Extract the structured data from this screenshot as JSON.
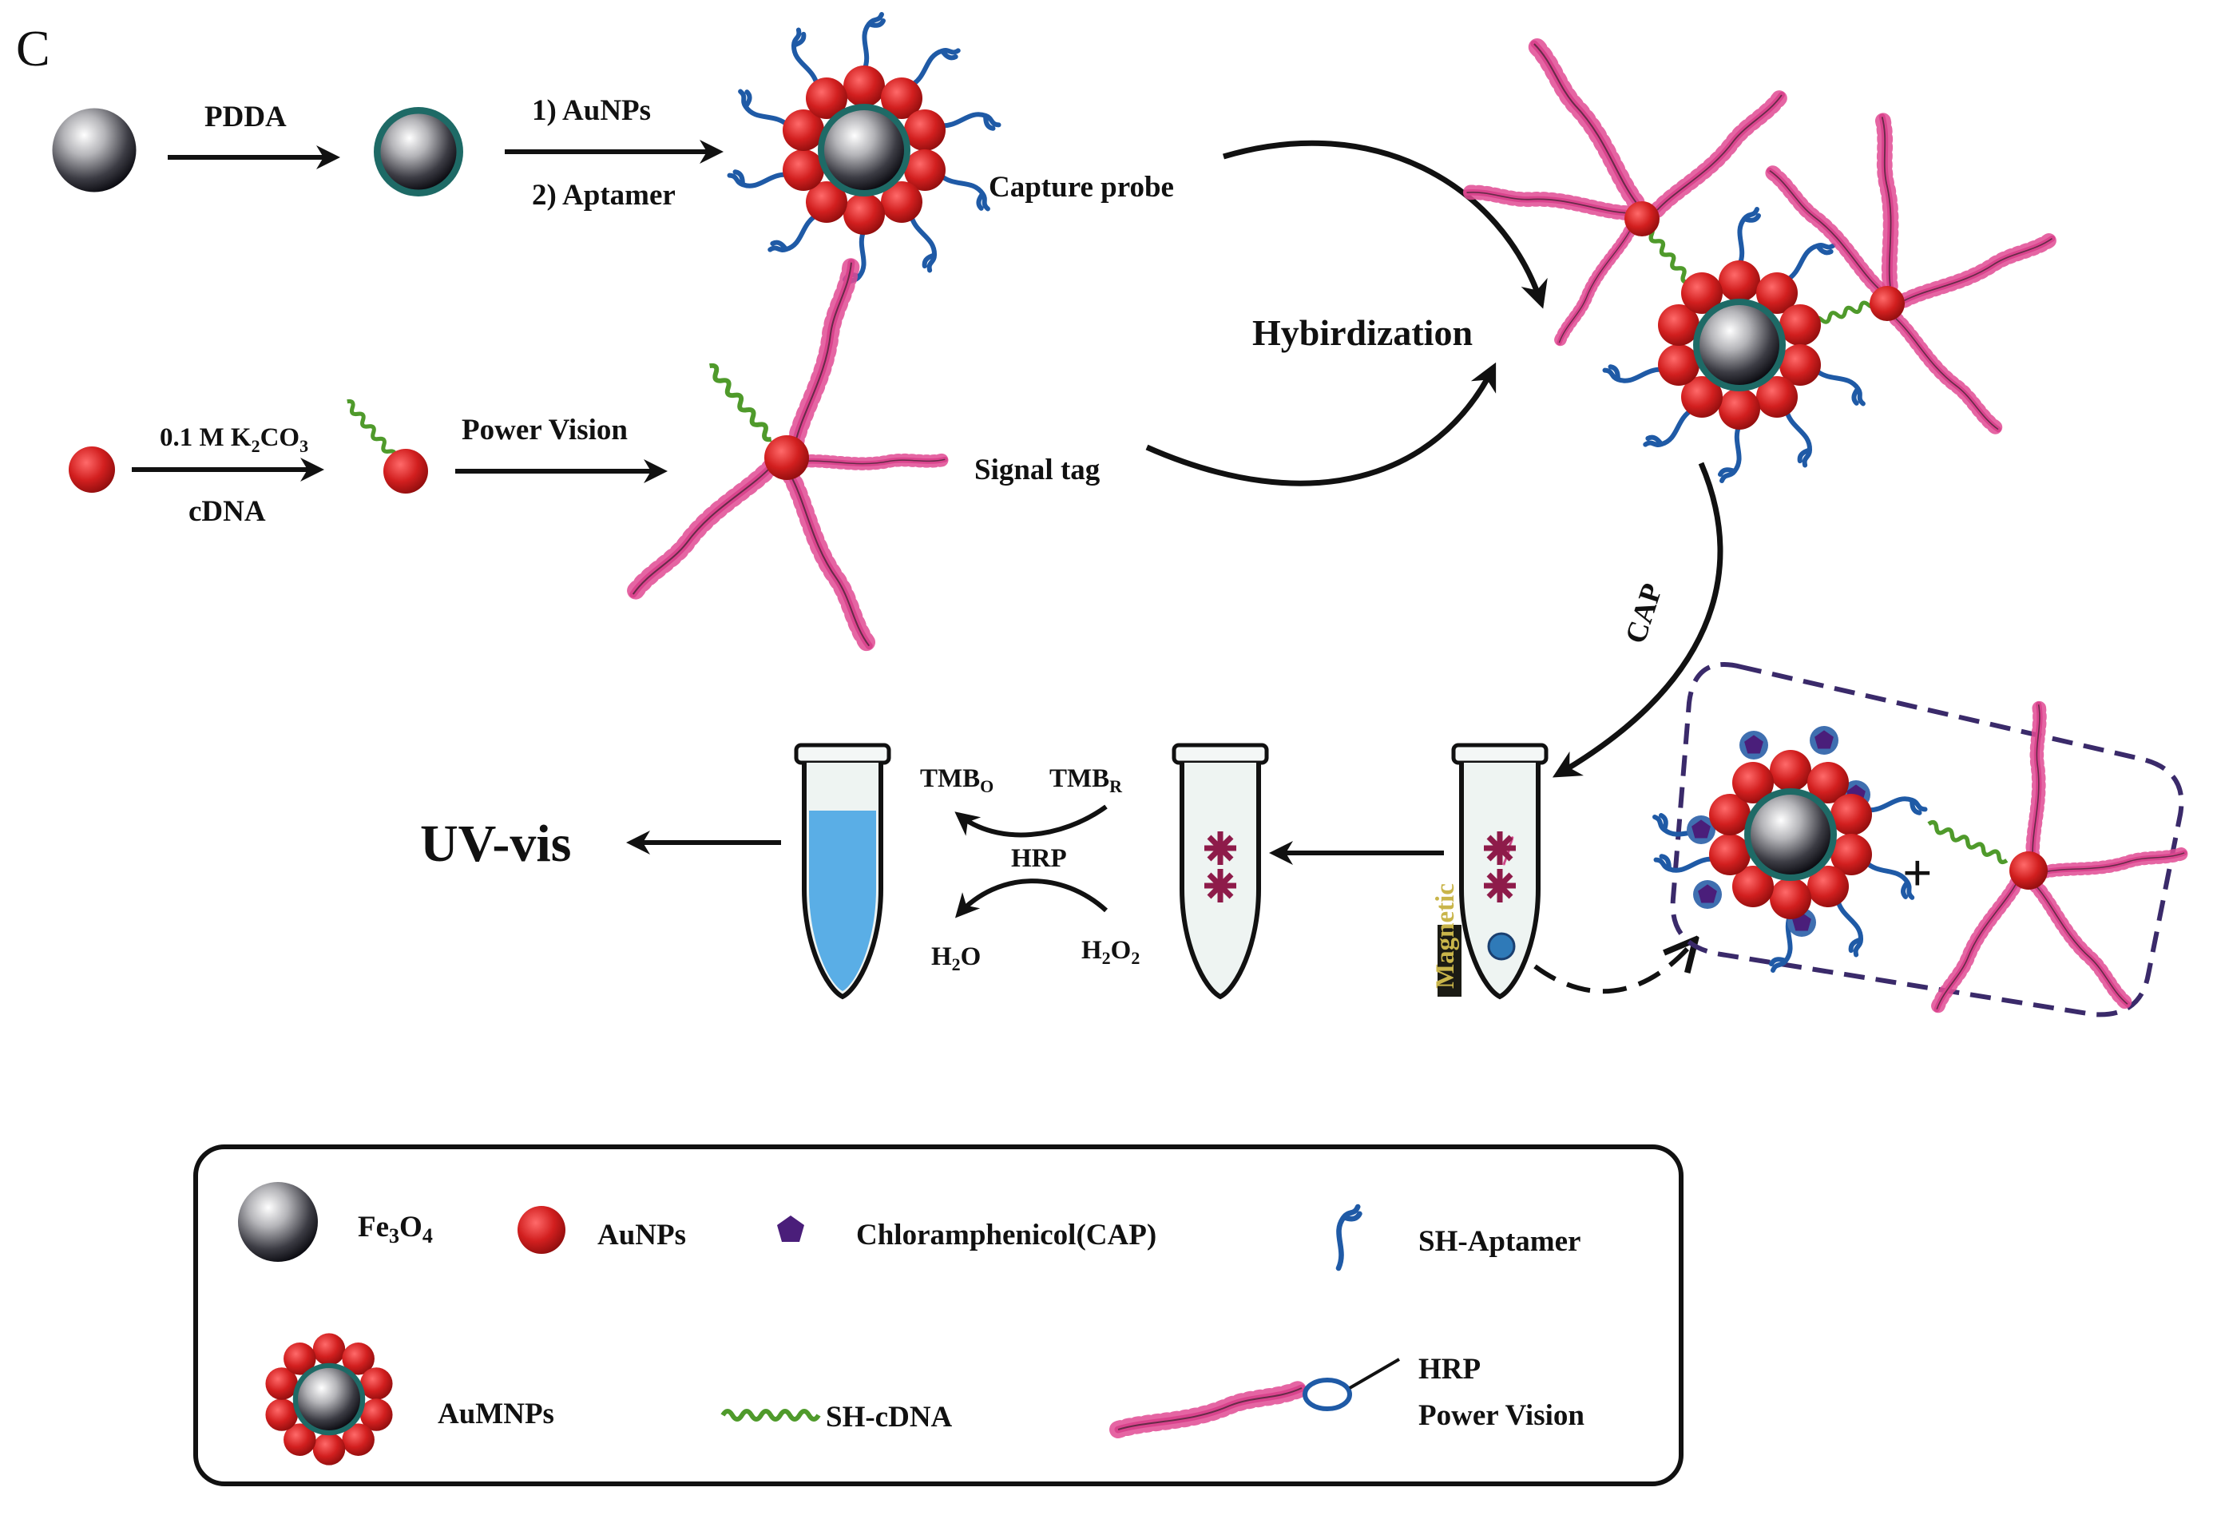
{
  "panel_letter": "C",
  "row1": {
    "step1": "PDDA",
    "step2a": "1)  AuNPs",
    "step2b": "2)  Aptamer",
    "product": "Capture probe"
  },
  "row2": {
    "step1_top": {
      "main": "0.1 M K",
      "sub1": "2",
      "mid": "CO",
      "sub2": "3"
    },
    "step1_bottom": "cDNA",
    "step2": "Power Vision",
    "product": "Signal tag"
  },
  "hybridization": "Hybirdization",
  "cap_arrow": "CAP",
  "detection": {
    "tmbo": {
      "main": "TMB",
      "sub": "O"
    },
    "tmbr": {
      "main": "TMB",
      "sub": "R"
    },
    "hrp": "HRP",
    "h2o": {
      "a": "H",
      "sub": "2",
      "b": "O"
    },
    "h2o2": {
      "a": "H",
      "sub1": "2",
      "b": "O",
      "sub2": "2"
    },
    "uvvis": "UV-vis"
  },
  "magnet_label": "Magnetic",
  "plus": "+",
  "legend": {
    "fe3o4": {
      "a": "Fe",
      "sub1": "3",
      "b": "O",
      "sub2": "4"
    },
    "aunps": "AuNPs",
    "cap": "Chloramphenicol(CAP)",
    "aptamer": "SH-Aptamer",
    "aumnps": "AuMNPs",
    "cdna": "SH-cDNA",
    "hrp": "HRP",
    "power_vision": "Power Vision"
  },
  "colors": {
    "gold_np": "#cc1f1f",
    "aptamer": "#1f5aa6",
    "cdna": "#4f9a2b",
    "power_vision": "#b0236b",
    "cap": "#4a1e7a",
    "solution_blue": "#5aaee6",
    "dash_box": "#3a2a6a"
  }
}
